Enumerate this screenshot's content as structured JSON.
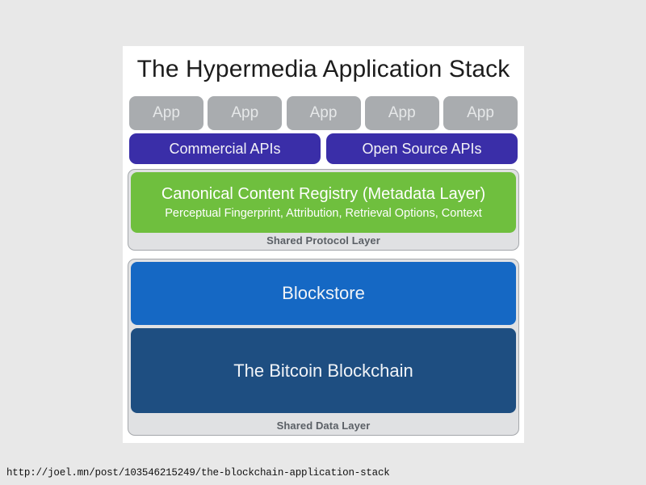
{
  "diagram": {
    "title": "The Hypermedia Application Stack",
    "background_color": "#e8e8e8",
    "card_color": "#ffffff",
    "apps": [
      {
        "label": "App"
      },
      {
        "label": "App"
      },
      {
        "label": "App"
      },
      {
        "label": "App"
      },
      {
        "label": "App"
      }
    ],
    "app_chip_color": "#a9acaf",
    "apis": [
      {
        "label": "Commercial APIs"
      },
      {
        "label": "Open Source APIs"
      }
    ],
    "api_bar_color": "#3a2ea8",
    "protocol_layer": {
      "caption": "Shared Protocol Layer",
      "registry_title": "Canonical Content Registry (Metadata Layer)",
      "registry_subtitle": "Perceptual Fingerprint, Attribution, Retrieval Options, Context",
      "registry_color": "#6fbf3e"
    },
    "data_layer": {
      "caption": "Shared Data Layer",
      "blocks": [
        {
          "label": "Blockstore",
          "color": "#1568c4"
        },
        {
          "label": "The Bitcoin Blockchain",
          "color": "#1e4e81"
        }
      ]
    },
    "group_color": "#e0e1e3",
    "caption_color": "#5b6066"
  },
  "source_url": "http://joel.mn/post/103546215249/the-blockchain-application-stack"
}
